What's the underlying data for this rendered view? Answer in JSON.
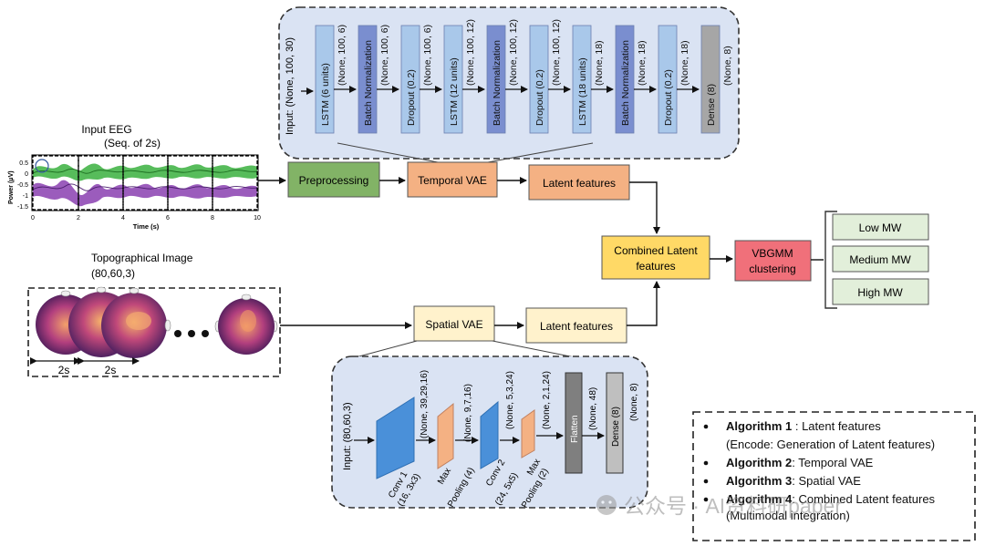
{
  "temporal_encoder": {
    "input": "Input: (None, 100, 30)",
    "layers": [
      {
        "label": "LSTM (6 units)",
        "shape": "(None, 100, 6)",
        "color": "#a9c8ea"
      },
      {
        "label": "Batch Normalization",
        "shape": "(None, 100, 6)",
        "color": "#7a8ecf"
      },
      {
        "label": "Dropout (0.2)",
        "shape": "(None, 100, 6)",
        "color": "#a9c8ea"
      },
      {
        "label": "LSTM (12 units)",
        "shape": "(None, 100, 12)",
        "color": "#a9c8ea"
      },
      {
        "label": "Batch Normalization",
        "shape": "(None, 100, 12)",
        "color": "#7a8ecf"
      },
      {
        "label": "Dropout (0.2)",
        "shape": "(None, 100, 12)",
        "color": "#a9c8ea"
      },
      {
        "label": "LSTM (18 units)",
        "shape": "(None, 18)",
        "color": "#a9c8ea"
      },
      {
        "label": "Batch Normalization",
        "shape": "(None, 18)",
        "color": "#7a8ecf"
      },
      {
        "label": "Dropout (0.2)",
        "shape": "(None, 18)",
        "color": "#a9c8ea"
      },
      {
        "label": "Dense (8)",
        "shape": "(None, 8)",
        "color": "#a6a6a6"
      }
    ]
  },
  "eeg": {
    "title": "Input EEG",
    "subtitle": "(Seq. of 2s)",
    "ylabel": "Power (μV)",
    "xlabel": "Time (s)",
    "yticks": [
      "0.5",
      "0",
      "-0.5",
      "-1",
      "-1.5"
    ],
    "xticks": [
      "0",
      "2",
      "4",
      "6",
      "8",
      "10"
    ]
  },
  "topo": {
    "title": "Topographical Image",
    "subtitle": "(80,60,3)",
    "interval1": "2s",
    "interval2": "2s"
  },
  "pipeline": {
    "preprocessing": "Preprocessing",
    "temporal_vae": "Temporal VAE",
    "latent_temporal": "Latent features",
    "spatial_vae": "Spatial VAE",
    "latent_spatial": "Latent features",
    "combined_line1": "Combined Latent",
    "combined_line2": "features",
    "vbgmm_line1": "VBGMM",
    "vbgmm_line2": "clustering",
    "outputs": [
      "Low MW",
      "Medium MW",
      "High MW"
    ],
    "colors": {
      "preprocessing": "#82b366",
      "temporal_vae": "#f4b183",
      "latent_temporal": "#f4b183",
      "spatial_vae": "#fff2cc",
      "latent_spatial": "#fff2cc",
      "combined": "#ffd966",
      "vbgmm": "#f0707a",
      "outputs": "#e2efda"
    }
  },
  "spatial_encoder": {
    "input": "Input: (80,60,3)",
    "conv1_shape": "(None, 39,29,16)",
    "conv1_l1": "Conv 1",
    "conv1_l2": "(16, 3x3)",
    "pool1_shape": "(None, 9,7,16)",
    "pool1_l1": "Max",
    "pool1_l2": "Pooling (4)",
    "conv2_shape": "(None, 5,3,24)",
    "conv2_l1": "Conv 2",
    "conv2_l2": "(24, 5x5)",
    "pool2_shape": "(None, 2,1,24)",
    "pool2_l1": "Max",
    "pool2_l2": "Pooling (2)",
    "flatten": "Flatten",
    "flatten_shape": "(None, 48)",
    "dense": "Dense (8)",
    "dense_shape": "(None, 8)"
  },
  "legend": {
    "items": [
      {
        "bold": "Algorithm 1",
        "text": " : Latent features"
      },
      {
        "bold": "",
        "text": "(Encode: Generation of Latent features)"
      },
      {
        "bold": "Algorithm 2",
        "text": ": Temporal VAE"
      },
      {
        "bold": "Algorithm 3",
        "text": ": Spatial VAE"
      },
      {
        "bold": "Algorithm 4",
        "text": ": Combined Latent features"
      },
      {
        "bold": "",
        "text": "(Multimodal integration)"
      }
    ]
  },
  "watermark": "公众号 · AI资料研paper"
}
